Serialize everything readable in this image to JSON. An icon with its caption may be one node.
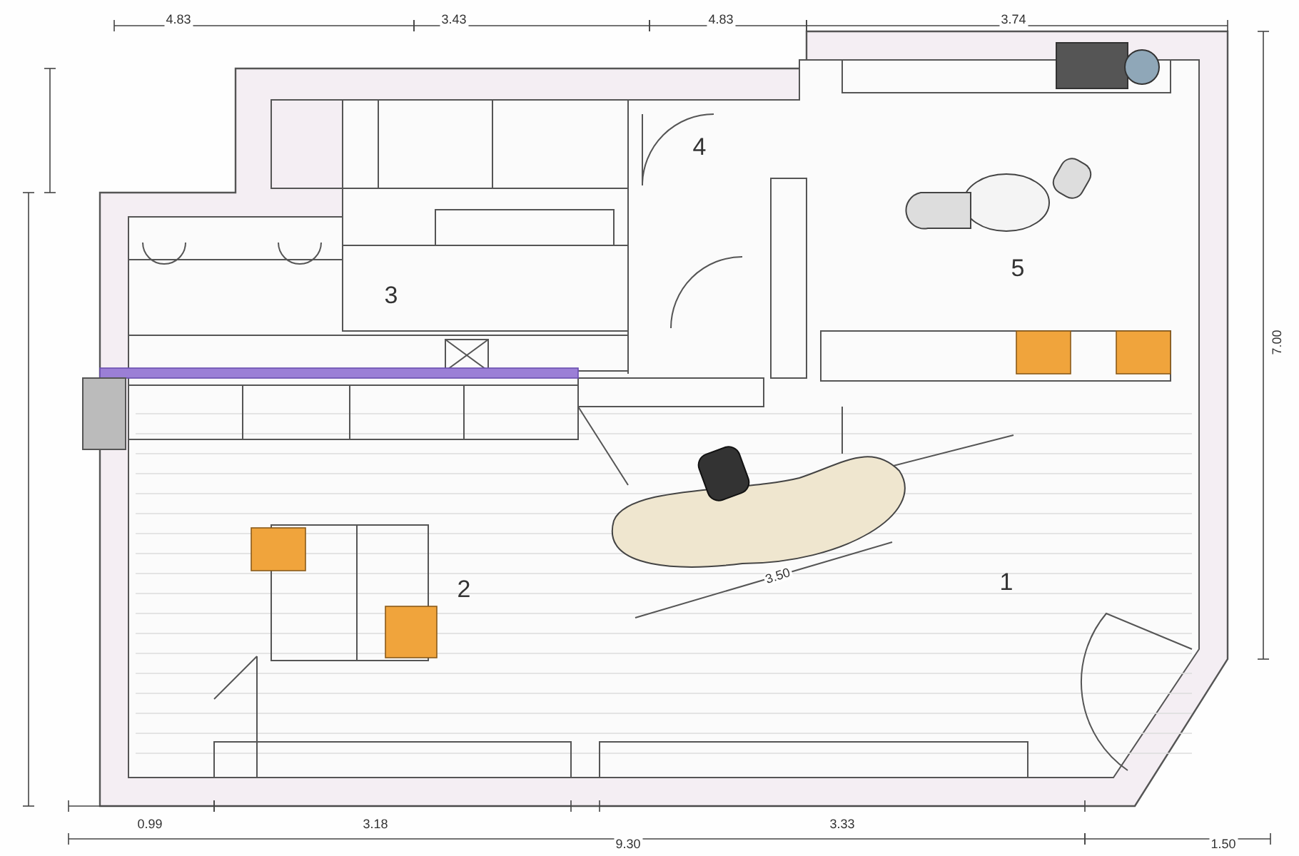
{
  "diagram": {
    "labels": [
      "4.83",
      "3.43",
      "4.83",
      "3.74",
      "4",
      "3",
      "5",
      "2",
      "3.50",
      "1",
      "7.00",
      "0.99",
      "3.18",
      "3.33",
      "9.30",
      "1.50"
    ]
  }
}
